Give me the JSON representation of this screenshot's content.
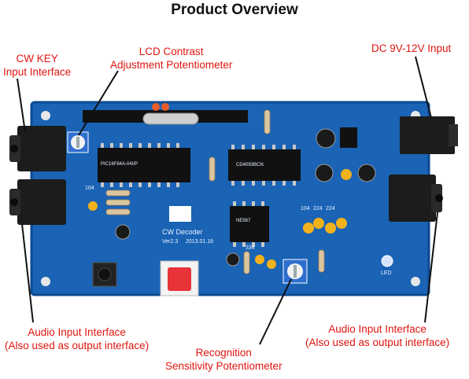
{
  "title": "Product Overview",
  "labels": {
    "cw_key": [
      "CW KEY",
      "Input Interface"
    ],
    "lcd_contrast": [
      "LCD Contrast",
      "Adjustment Potentiometer"
    ],
    "dc_input": [
      "DC 9V-12V Input"
    ],
    "audio_left": [
      "Audio Input Interface",
      "(Also used as output interface)"
    ],
    "recognition": [
      "Recognition",
      "Sensitivity Potentiometer"
    ],
    "audio_right": [
      "Audio Input Interface",
      "(Also used as output interface)"
    ]
  },
  "board": {
    "name": "CW Decoder",
    "version": "Ver2.3",
    "date": "2013.01.18",
    "chip1": "PIC16F84A-04I/P",
    "chip2": "CD4093BCN",
    "chip3": "NE567",
    "cap1": "104",
    "cap2": "104",
    "cap3": "224",
    "cap4": "224",
    "cap5": "334",
    "led": "LED"
  },
  "colors": {
    "pcb": "#1a63b5",
    "pcb_edge": "#0d4a90",
    "label": "#e0150f",
    "jack": "#1c1c1c"
  }
}
